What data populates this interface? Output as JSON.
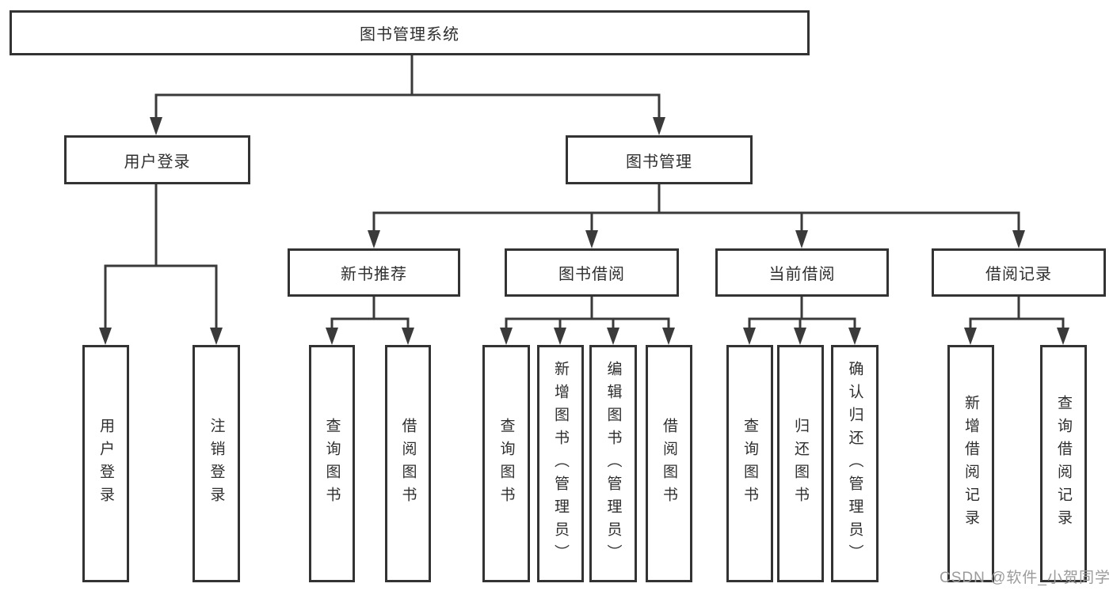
{
  "diagram": {
    "root": "图书管理系统",
    "branches": [
      {
        "label": "用户登录",
        "leaves": [
          "用户登录",
          "注销登录"
        ]
      },
      {
        "label": "图书管理",
        "sections": [
          {
            "label": "新书推荐",
            "leaves": [
              "查询图书",
              "借阅图书"
            ]
          },
          {
            "label": "图书借阅",
            "leaves": [
              "查询图书",
              "新增图书（管理员）",
              "编辑图书（管理员）",
              "借阅图书"
            ]
          },
          {
            "label": "当前借阅",
            "leaves": [
              "查询图书",
              "归还图书",
              "确认归还（管理员）"
            ]
          },
          {
            "label": "借阅记录",
            "leaves": [
              "新增借阅记录",
              "查询借阅记录"
            ]
          }
        ]
      }
    ]
  },
  "watermark": {
    "text": "CSDN @软件_小贺同学",
    "color": "#9b9b9b"
  },
  "colors": {
    "line": "#3a3a3a",
    "box_border": "#333333",
    "text": "#2f2f2f",
    "background": "#ffffff"
  }
}
